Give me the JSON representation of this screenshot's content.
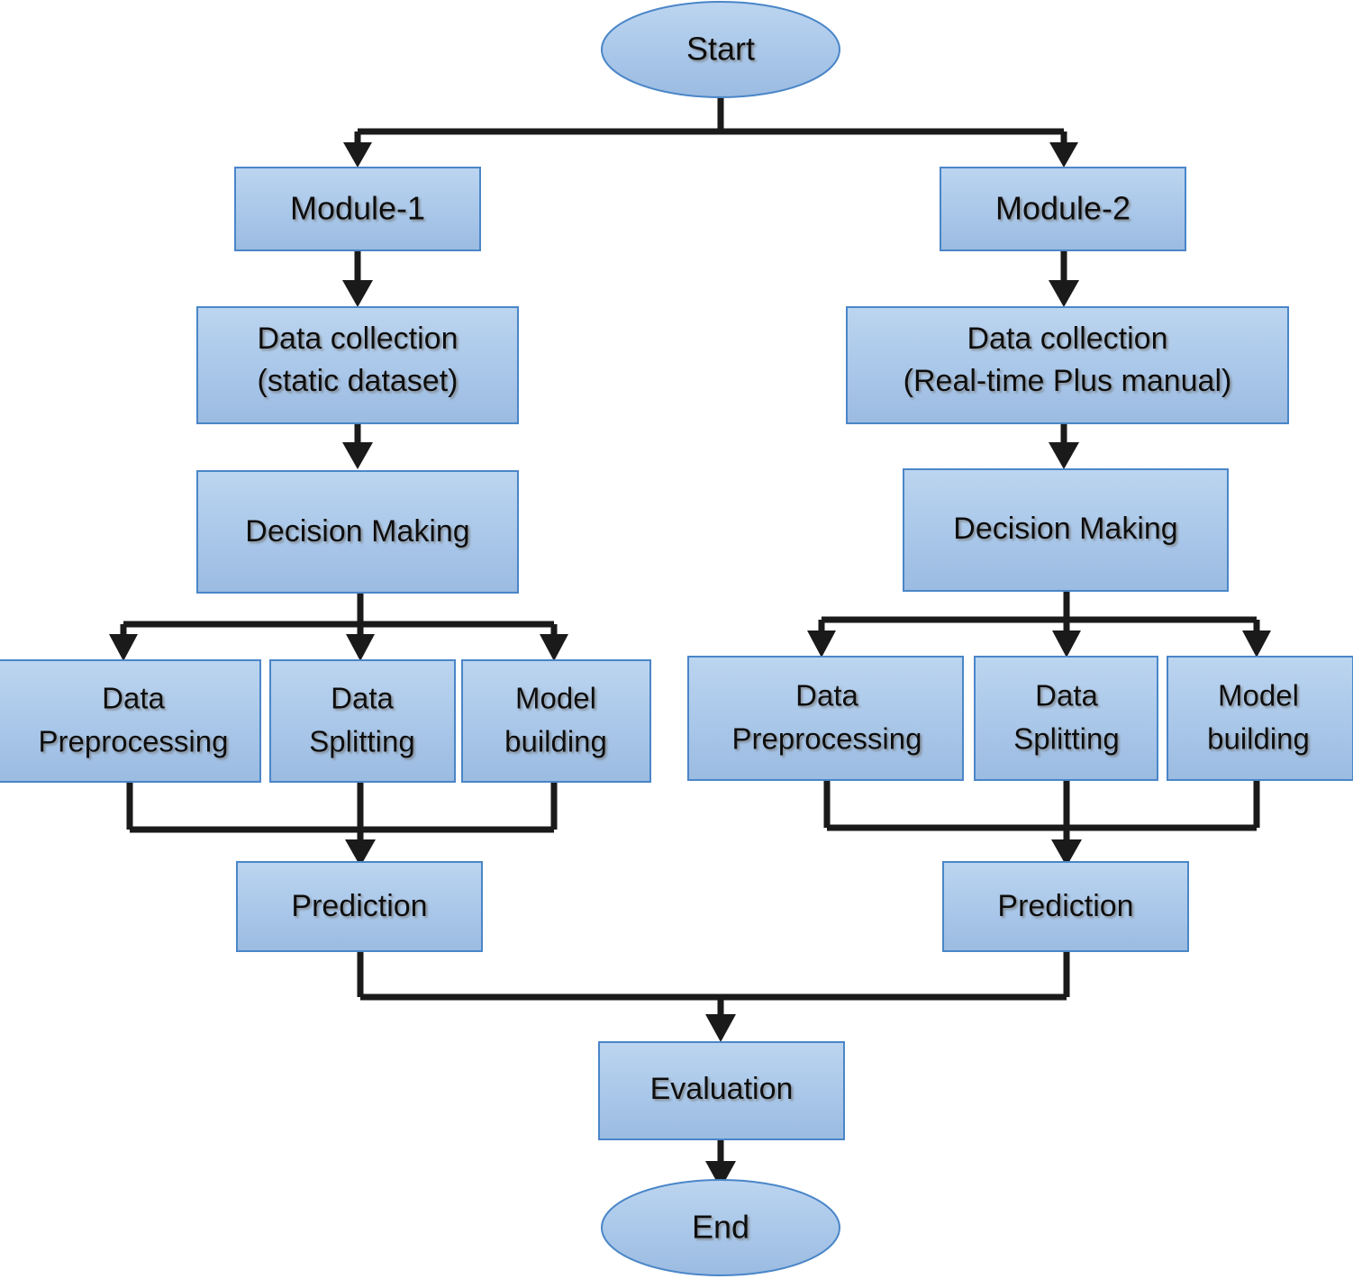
{
  "diagram": {
    "title": "Machine learning pipeline flowchart",
    "type": "flowchart",
    "background_color": "#ffffff",
    "node_fill_top": "#b9d3ef",
    "node_fill_bottom": "#9cbce2",
    "node_border_color": "#4a86c8",
    "connector_color": "#1a1a1a",
    "text_color": "#0d0d0d"
  },
  "nodes": {
    "start": {
      "label": "Start",
      "shape": "ellipse"
    },
    "module1": {
      "label": "Module-1",
      "shape": "rectangle"
    },
    "module2": {
      "label": "Module-2",
      "shape": "rectangle"
    },
    "data_collection_1_line1": {
      "label": "Data collection"
    },
    "data_collection_1_line2": {
      "label": "(static dataset)"
    },
    "data_collection_2_line1": {
      "label": "Data collection"
    },
    "data_collection_2_line2": {
      "label": "(Real-time Plus manual)"
    },
    "decision_making_1": {
      "label": "Decision Making",
      "shape": "rectangle"
    },
    "decision_making_2": {
      "label": "Decision Making",
      "shape": "rectangle"
    },
    "data_preprocessing_1_line1": {
      "label": "Data"
    },
    "data_preprocessing_1_line2": {
      "label": "Preprocessing"
    },
    "data_splitting_1_line1": {
      "label": "Data"
    },
    "data_splitting_1_line2": {
      "label": "Splitting"
    },
    "model_building_1_line1": {
      "label": "Model"
    },
    "model_building_1_line2": {
      "label": "building"
    },
    "data_preprocessing_2_line1": {
      "label": "Data"
    },
    "data_preprocessing_2_line2": {
      "label": "Preprocessing"
    },
    "data_splitting_2_line1": {
      "label": "Data"
    },
    "data_splitting_2_line2": {
      "label": "Splitting"
    },
    "model_building_2_line1": {
      "label": "Model"
    },
    "model_building_2_line2": {
      "label": "building"
    },
    "prediction_1": {
      "label": "Prediction",
      "shape": "rectangle"
    },
    "prediction_2": {
      "label": "Prediction",
      "shape": "rectangle"
    },
    "evaluation": {
      "label": "Evaluation",
      "shape": "rectangle"
    },
    "end": {
      "label": "End",
      "shape": "ellipse"
    }
  },
  "edges": [
    {
      "from": "start",
      "to": "module1"
    },
    {
      "from": "start",
      "to": "module2"
    },
    {
      "from": "module1",
      "to": "data_collection_1"
    },
    {
      "from": "module2",
      "to": "data_collection_2"
    },
    {
      "from": "data_collection_1",
      "to": "decision_making_1"
    },
    {
      "from": "data_collection_2",
      "to": "decision_making_2"
    },
    {
      "from": "decision_making_1",
      "to": "data_preprocessing_1"
    },
    {
      "from": "decision_making_1",
      "to": "data_splitting_1"
    },
    {
      "from": "decision_making_1",
      "to": "model_building_1"
    },
    {
      "from": "decision_making_2",
      "to": "data_preprocessing_2"
    },
    {
      "from": "decision_making_2",
      "to": "data_splitting_2"
    },
    {
      "from": "decision_making_2",
      "to": "model_building_2"
    },
    {
      "from": "data_preprocessing_1",
      "to": "prediction_1"
    },
    {
      "from": "data_splitting_1",
      "to": "prediction_1"
    },
    {
      "from": "model_building_1",
      "to": "prediction_1"
    },
    {
      "from": "data_preprocessing_2",
      "to": "prediction_2"
    },
    {
      "from": "data_splitting_2",
      "to": "prediction_2"
    },
    {
      "from": "model_building_2",
      "to": "prediction_2"
    },
    {
      "from": "prediction_1",
      "to": "evaluation"
    },
    {
      "from": "prediction_2",
      "to": "evaluation"
    },
    {
      "from": "evaluation",
      "to": "end"
    }
  ]
}
